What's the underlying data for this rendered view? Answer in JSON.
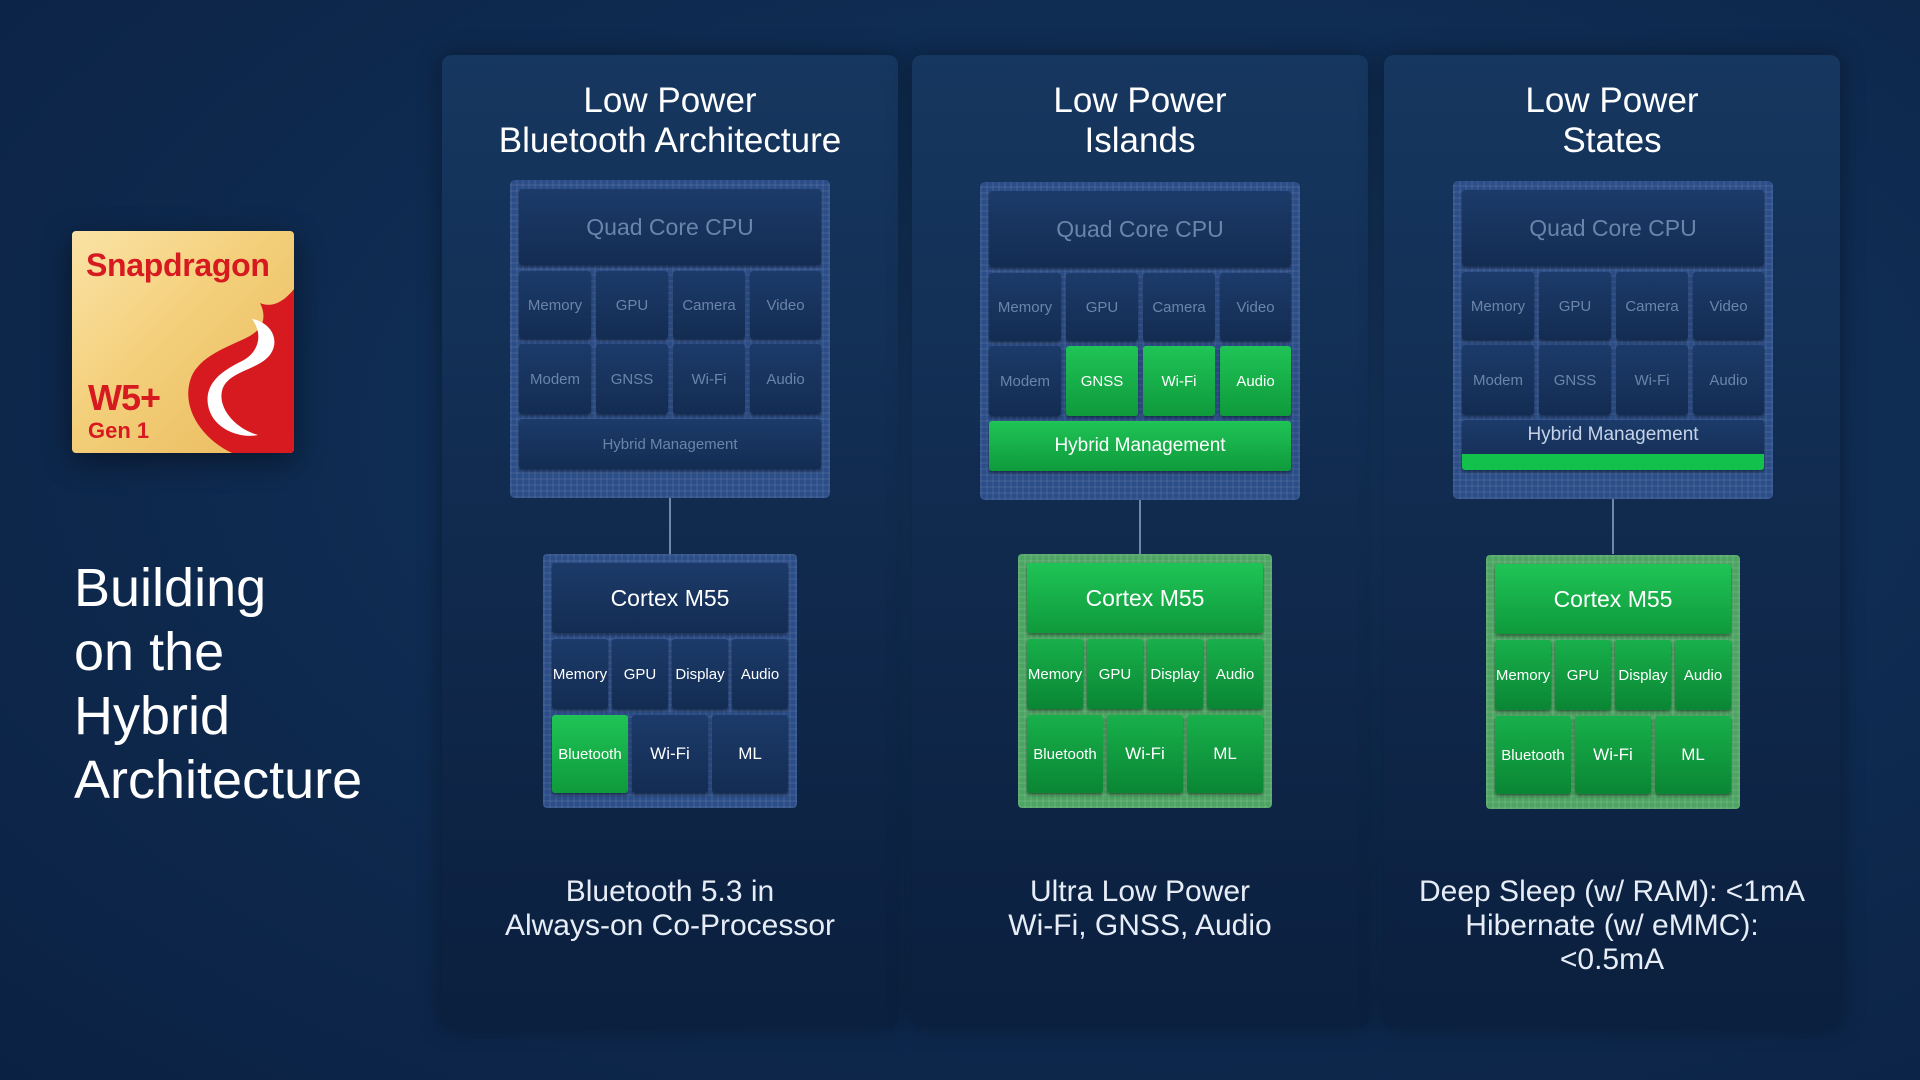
{
  "logo": {
    "brand": "Snapdragon",
    "model": "W5+",
    "generation": "Gen 1",
    "colors": {
      "brand_red": "#d71920",
      "gold": "#f3cf7a"
    }
  },
  "headline": {
    "lines": [
      "Building",
      "on the",
      "Hybrid",
      "Architecture"
    ]
  },
  "colors": {
    "background": "#0f2c52",
    "active_green": "#1fc456",
    "inactive_block": "#1c3b6a",
    "chip_border": "#2c4e88"
  },
  "panels": [
    {
      "title_lines": [
        "Low Power",
        "Bluetooth Architecture"
      ],
      "chip": {
        "cpu": "Quad Core CPU",
        "row1": [
          "Memory",
          "GPU",
          "Camera",
          "Video"
        ],
        "row2": [
          "Modem",
          "GNSS",
          "Wi-Fi",
          "Audio"
        ],
        "hybrid": "Hybrid Management",
        "active": []
      },
      "coprocessor": {
        "core": "Cortex M55",
        "row1": [
          "Memory",
          "GPU",
          "Display",
          "Audio"
        ],
        "row2": [
          "Bluetooth",
          "Wi-Fi",
          "ML"
        ],
        "active": [
          "Bluetooth"
        ]
      },
      "caption_lines": [
        "Bluetooth 5.3 in",
        "Always-on Co-Processor"
      ]
    },
    {
      "title_lines": [
        "Low Power",
        "Islands"
      ],
      "chip": {
        "cpu": "Quad Core CPU",
        "row1": [
          "Memory",
          "GPU",
          "Camera",
          "Video"
        ],
        "row2": [
          "Modem",
          "GNSS",
          "Wi-Fi",
          "Audio"
        ],
        "hybrid": "Hybrid Management",
        "active": [
          "GNSS",
          "Wi-Fi",
          "Audio",
          "Hybrid Management"
        ]
      },
      "coprocessor": {
        "core": "Cortex M55",
        "row1": [
          "Memory",
          "GPU",
          "Display",
          "Audio"
        ],
        "row2": [
          "Bluetooth",
          "Wi-Fi",
          "ML"
        ],
        "active": [
          "all"
        ]
      },
      "caption_lines": [
        "Ultra Low Power",
        "Wi-Fi, GNSS, Audio"
      ]
    },
    {
      "title_lines": [
        "Low Power",
        "States"
      ],
      "chip": {
        "cpu": "Quad Core CPU",
        "row1": [
          "Memory",
          "GPU",
          "Camera",
          "Video"
        ],
        "row2": [
          "Modem",
          "GNSS",
          "Wi-Fi",
          "Audio"
        ],
        "hybrid": "Hybrid Management",
        "active": [
          "Hybrid Management (partial)"
        ]
      },
      "coprocessor": {
        "core": "Cortex M55",
        "row1": [
          "Memory",
          "GPU",
          "Display",
          "Audio"
        ],
        "row2": [
          "Bluetooth",
          "Wi-Fi",
          "ML"
        ],
        "active": [
          "all"
        ]
      },
      "caption_lines": [
        "Deep Sleep (w/ RAM): <1mA",
        "Hibernate (w/ eMMC):",
        "<0.5mA"
      ]
    }
  ]
}
